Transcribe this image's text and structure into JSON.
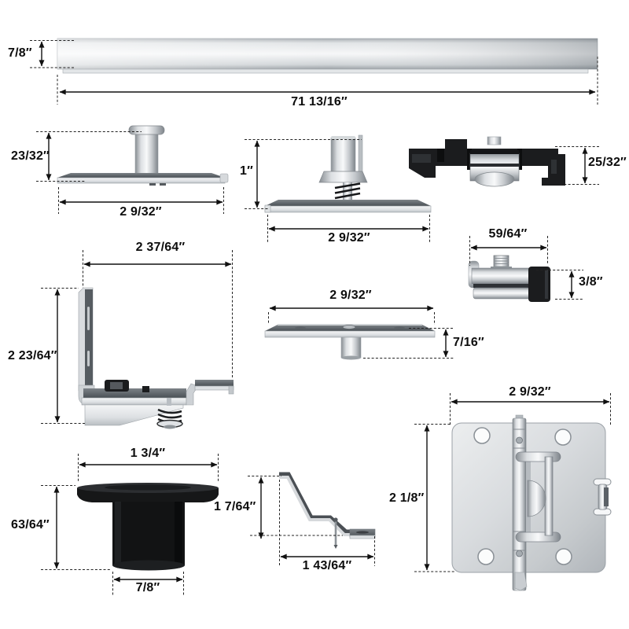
{
  "colors": {
    "background": "#ffffff",
    "dimension_line": "#111111",
    "black_part": "#1b1c1e",
    "metal_light": "#f6f7f8",
    "metal_mid": "#c9cdd1",
    "metal_dark": "#878d92"
  },
  "labels": {
    "rail_height": "7/8″",
    "rail_length": "71 13/16″",
    "fixed_plate_height": "23/32″",
    "fixed_plate_width": "2 9/32″",
    "spring_plate_height": "1″",
    "spring_plate_width": "2 9/32″",
    "roller_bracket_height": "25/32″",
    "l_bracket_width": "2 37/64″",
    "l_bracket_height": "2 23/64″",
    "stud_plate_width": "2 9/32″",
    "stud_plate_height": "7/16″",
    "clamp_width": "59/64″",
    "clamp_height": "3/8″",
    "floor_guide_top_width": "1 3/4″",
    "floor_guide_height": "63/64″",
    "floor_guide_bottom_width": "7/8″",
    "bent_bracket_height": "1 7/64″",
    "bent_bracket_width": "1 43/64″",
    "hinge_width": "2 9/32″",
    "hinge_height": "2 1/8″"
  }
}
